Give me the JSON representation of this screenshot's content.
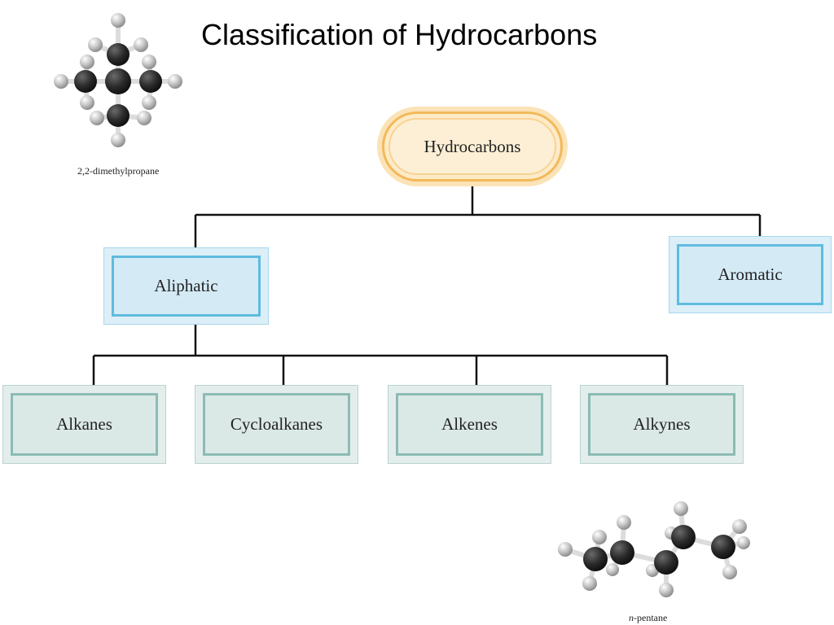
{
  "slide": {
    "title": "Classification of Hydrocarbons"
  },
  "molecules": {
    "top": {
      "caption": "2,2-dimethylpropane"
    },
    "bottom": {
      "caption_prefix": "n",
      "caption_suffix": "-pentane"
    }
  },
  "diagram": {
    "root": "Hydrocarbons",
    "level1": [
      "Aliphatic",
      "Aromatic"
    ],
    "level2": [
      "Alkanes",
      "Cycloalkanes",
      "Alkenes",
      "Alkynes"
    ]
  },
  "colors": {
    "root_fill": "#fdefd5",
    "root_border": "#f2b95a",
    "blue_fill": "#d4ebf6",
    "blue_border": "#5fbbe0",
    "leaf_fill": "#dbe9e6",
    "leaf_border": "#8cbbb4",
    "carbon": "#2a2a2a",
    "hydrogen": "#c8c8c8"
  }
}
